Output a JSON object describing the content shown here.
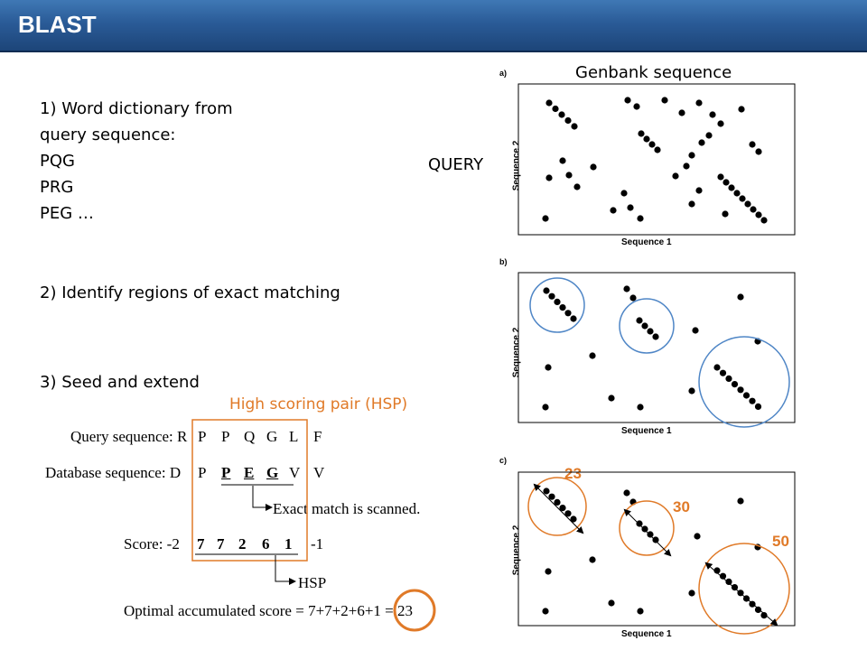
{
  "title": "BLAST",
  "steps": {
    "step1_line1": "1) Word dictionary from",
    "step1_line2": "query sequence:",
    "words": [
      "PQG",
      "PRG",
      "PEG …"
    ],
    "step2": "2) Identify regions of exact matching",
    "step3": "3) Seed and extend"
  },
  "query_label": "QUERY",
  "genbank_label": "Genbank sequence",
  "hsp_label": "High scoring pair (HSP)",
  "alignment": {
    "query_prefix": "Query sequence: R",
    "query_letters": [
      "P",
      "P",
      "Q",
      "G",
      "L",
      "F"
    ],
    "db_prefix": "Database sequence: D",
    "db_letters": [
      "P",
      "P",
      "E",
      "G",
      "V",
      "V"
    ],
    "exact_match_note": "Exact match is scanned.",
    "score_prefix": "Score: -2",
    "scores": [
      "7",
      "7",
      "2",
      "6",
      "1"
    ],
    "score_suffix": "-1",
    "hsp_note": "HSP",
    "optimal_text": "Optimal accumulated score = 7+7+2+6+1 = 23"
  },
  "panels": [
    {
      "label": "a)",
      "xlabel": "Sequence 1",
      "ylabel": "Sequence 2"
    },
    {
      "label": "b)",
      "xlabel": "Sequence 1",
      "ylabel": "Sequence 2"
    },
    {
      "label": "c)",
      "xlabel": "Sequence 1",
      "ylabel": "Sequence 2"
    }
  ],
  "hsp_scores": [
    "23",
    "30",
    "50"
  ],
  "colors": {
    "accent_orange": "#e07a28",
    "circle_blue": "#4f86c6",
    "title_bar": "#2a5b97",
    "arrow_blue": "#4f81bd"
  }
}
